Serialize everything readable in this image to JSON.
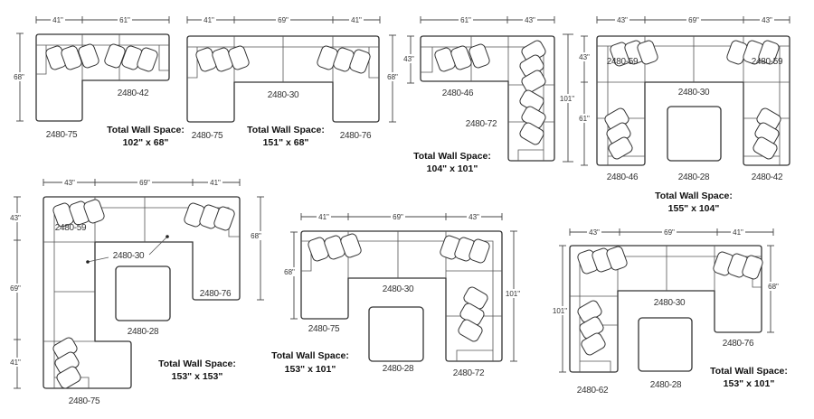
{
  "total_label": "Total Wall Space:",
  "configs": [
    {
      "dims_top": [
        "41\"",
        "61\""
      ],
      "dims_side": [
        "68\""
      ],
      "pieces": [
        "2480-75",
        "2480-42"
      ],
      "total": "102\" x 68\""
    },
    {
      "dims_top": [
        "41\"",
        "69\"",
        "41\""
      ],
      "dims_side": [
        "68\""
      ],
      "pieces": [
        "2480-75",
        "2480-30",
        "2480-76"
      ],
      "total": "151\" x 68\""
    },
    {
      "dims_top": [
        "61\"",
        "43\""
      ],
      "dims_side": [
        "43\"",
        "101\""
      ],
      "pieces": [
        "2480-46",
        "2480-72"
      ],
      "total": "104\" x 101\""
    },
    {
      "dims_top": [
        "43\"",
        "69\"",
        "43\""
      ],
      "dims_side": [
        "43\"",
        "61\""
      ],
      "pieces": [
        "2480-59",
        "2480-59",
        "2480-30",
        "2480-46",
        "2480-28",
        "2480-42"
      ],
      "total": "155\" x 104\""
    },
    {
      "dims_top": [
        "43\"",
        "69\"",
        "41\""
      ],
      "dims_side": [
        "43\"",
        "69\"",
        "41\"",
        "68\""
      ],
      "pieces": [
        "2480-59",
        "2480-30",
        "2480-76",
        "2480-28",
        "2480-75"
      ],
      "total": "153\" x 153\""
    },
    {
      "dims_top": [
        "41\"",
        "69\"",
        "43\""
      ],
      "dims_side": [
        "68\"",
        "101\""
      ],
      "pieces": [
        "2480-75",
        "2480-30",
        "2480-28",
        "2480-72"
      ],
      "total": "153\" x 101\""
    },
    {
      "dims_top": [
        "43\"",
        "69\"",
        "41\""
      ],
      "dims_side": [
        "101\"",
        "68\""
      ],
      "pieces": [
        "2480-62",
        "2480-30",
        "2480-28",
        "2480-76"
      ],
      "total": "153\" x 101\""
    }
  ]
}
